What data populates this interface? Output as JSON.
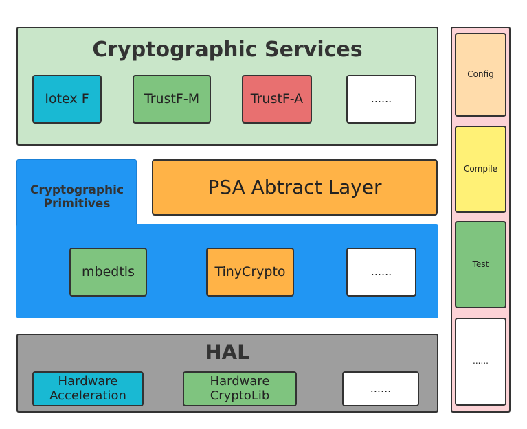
{
  "services": {
    "title": "Cryptographic Services",
    "items": [
      "Iotex F",
      "TrustF-M",
      "TrustF-A",
      "......"
    ]
  },
  "primitives": {
    "title_line1": "Cryptographic",
    "title_line2": "Primitives",
    "psa_layer": "PSA Abtract Layer",
    "items": [
      "mbedtls",
      "TinyCrypto",
      "......"
    ]
  },
  "hal": {
    "title": "HAL",
    "items": [
      {
        "line1": "Hardware",
        "line2": "Acceleration"
      },
      {
        "line1": "Hardware",
        "line2": "CryptoLib"
      },
      {
        "line1": "......",
        "line2": ""
      }
    ]
  },
  "side": {
    "items": [
      "Config",
      "Compile",
      "Test",
      "......"
    ]
  },
  "colors": {
    "services_bg": "#c9e6c9",
    "primitives_bg": "#2196f3",
    "psa_bg": "#ffb347",
    "hal_bg": "#9e9e9e",
    "side_bg": "#fcd2d6",
    "cyan": "#19b9d3",
    "green": "#7fc47f",
    "red": "#e87070",
    "yellow": "#fff176",
    "peach": "#ffdcab"
  }
}
